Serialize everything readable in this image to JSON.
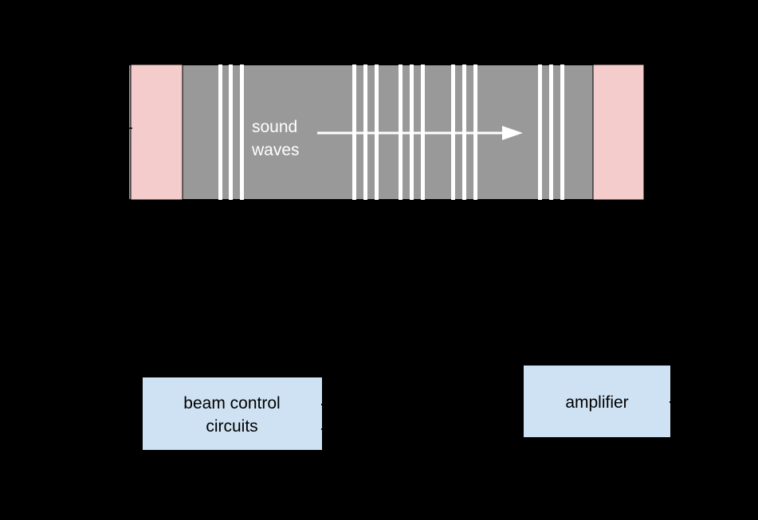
{
  "delay_line": {
    "label_line1": "sound",
    "label_line2": "waves",
    "tube_color": "#999999",
    "transducer_color": "#f4cccc",
    "pulse_color": "#ffffff",
    "arrow_direction": "right"
  },
  "blocks": {
    "beam_control": {
      "line1": "beam control",
      "line2": "circuits",
      "fill": "#cfe2f3"
    },
    "amplifier": {
      "label": "amplifier",
      "fill": "#cfe2f3"
    }
  },
  "colors": {
    "background": "#000000",
    "outline": "#000000"
  }
}
